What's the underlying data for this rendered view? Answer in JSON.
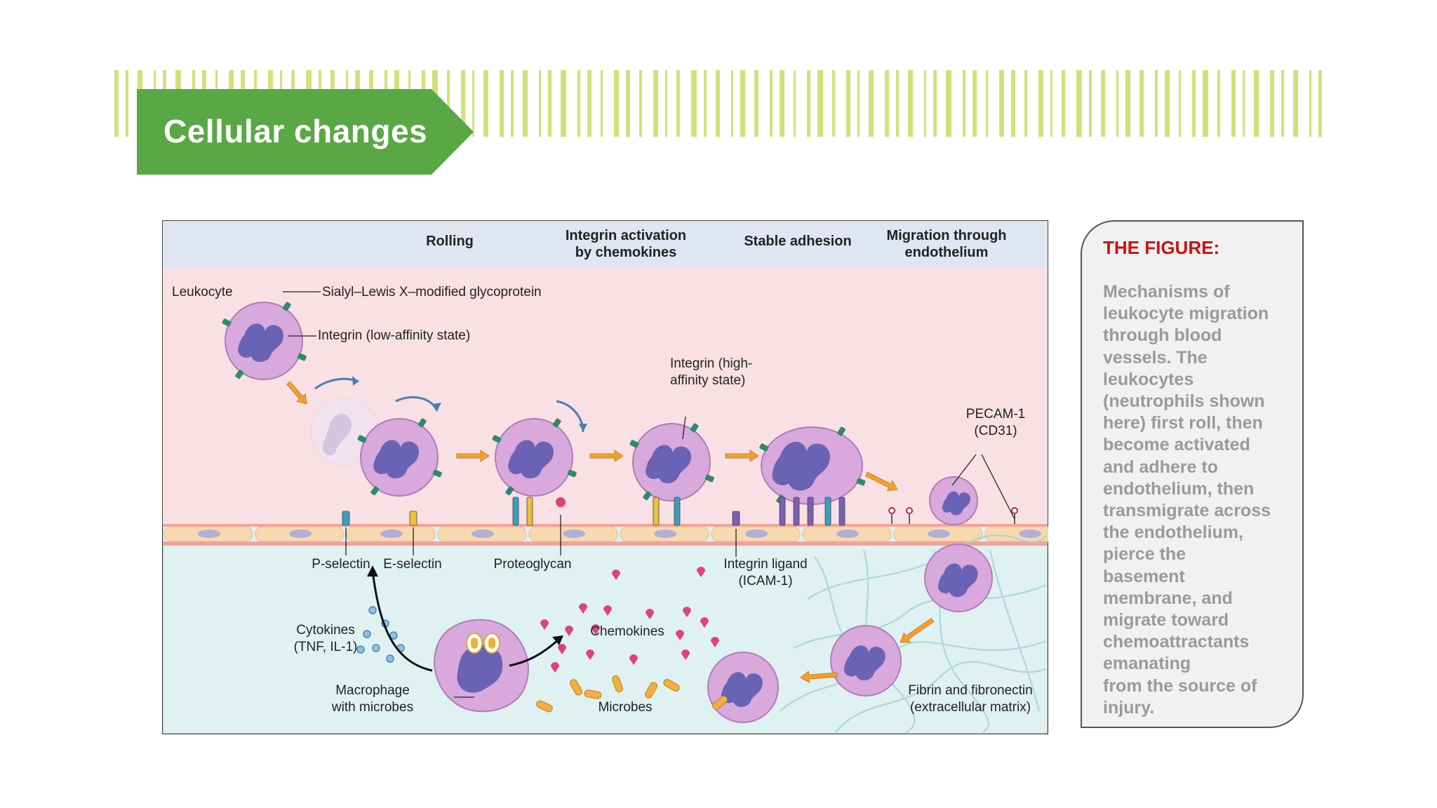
{
  "slide": {
    "title": "Cellular changes",
    "accent_green": "#5aa845",
    "stripe_color": "#cfe27a"
  },
  "figure": {
    "stages": [
      "Rolling",
      "Integrin activation\nby chemokines",
      "Stable adhesion",
      "Migration through\nendothelium"
    ],
    "labels": {
      "leukocyte": "Leukocyte",
      "sialyl": "Sialyl–Lewis X–modified glycoprotein",
      "integrin_low": "Integrin (low-affinity state)",
      "integrin_high": "Integrin (high-\naffinity state)",
      "pecam": "PECAM-1\n(CD31)",
      "p_selectin": "P-selectin",
      "e_selectin": "E-selectin",
      "proteoglycan": "Proteoglycan",
      "integrin_ligand": "Integrin ligand\n(ICAM-1)",
      "cytokines": "Cytokines\n(TNF, IL-1)",
      "chemokines": "Chemokines",
      "macrophage": "Macrophage\nwith microbes",
      "microbes": "Microbes",
      "fibrin": "Fibrin and fibronectin\n(extracellular matrix)"
    },
    "colors": {
      "header_band": "#dfe6f2",
      "lumen": "#f9e0e4",
      "tissue": "#e0f1f1",
      "cell_fill": "#d9a8dc",
      "nucleus": "#6a62b5",
      "arrow": "#f0a030",
      "endothelium": "#f7d9b0"
    }
  },
  "sidebar": {
    "heading": "THE FIGURE:",
    "body": "Mechanisms of\nleukocyte migration\nthrough blood\nvessels. The\nleukocytes\n(neutrophils shown\nhere) first roll, then\nbecome activated\nand adhere to\nendothelium, then\ntransmigrate across\nthe endothelium,\npierce the\nbasement\nmembrane, and\nmigrate toward\nchemoattractants\nemanating\nfrom the source of\ninjury."
  }
}
